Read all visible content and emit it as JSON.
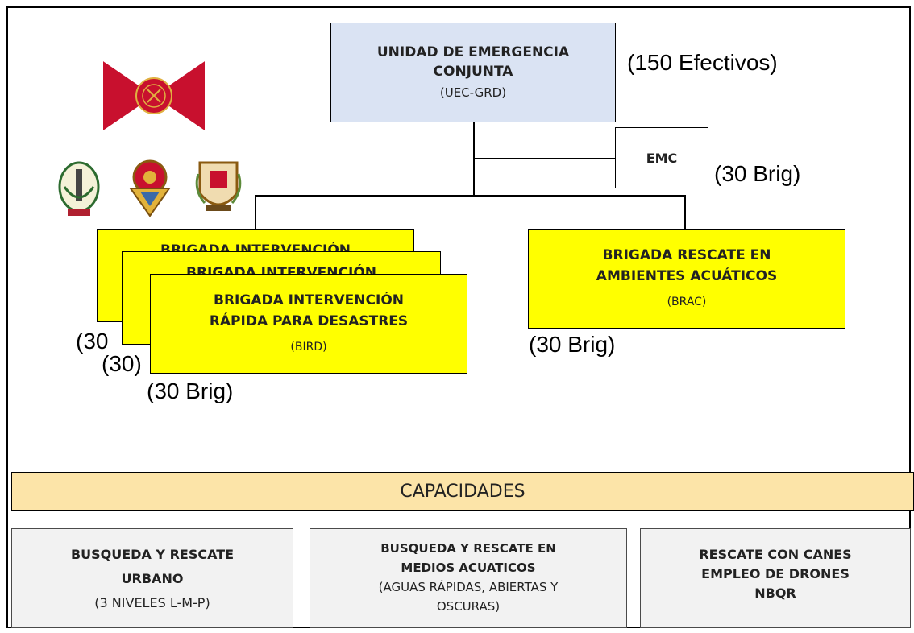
{
  "root": {
    "line1": "UNIDAD DE EMERGENCIA",
    "line2": "CONJUNTA",
    "sub": "(UEC-GRD)",
    "note": "(150 Efectivos)"
  },
  "emc": {
    "label": "EMC",
    "note": "(30 Brig)"
  },
  "bird": {
    "line1": "BRIGADA INTERVENCIÓN",
    "line2": "RÁPIDA PARA DESASTRES",
    "sub": "(BIRD)",
    "back_note1": "(30",
    "back_note2": "(30)",
    "note": "(30 Brig)"
  },
  "brac": {
    "line1": "BRIGADA RESCATE EN",
    "line2": "AMBIENTES ACUÁTICOS",
    "sub": "(BRAC)",
    "note": "(30 Brig)"
  },
  "capacidades": {
    "header": "CAPACIDADES",
    "items": [
      {
        "l1": "BUSQUEDA Y RESCATE",
        "l2": "URBANO",
        "l3": "(3 NIVELES L-M-P)"
      },
      {
        "l1": "BUSQUEDA Y RESCATE EN",
        "l2": "MEDIOS ACUATICOS",
        "l3": "(AGUAS RÁPIDAS, ABIERTAS Y",
        "l4": "OSCURAS)"
      },
      {
        "l1": "RESCATE CON CANES",
        "l2": "EMPLEO DE DRONES",
        "l3": "NBQR"
      }
    ]
  },
  "colors": {
    "root_fill": "#dae3f3",
    "brigade_fill": "#ffff00",
    "header_fill": "#fce4a8",
    "capacity_fill": "#f2f2f2",
    "flag_red": "#c8102e"
  }
}
